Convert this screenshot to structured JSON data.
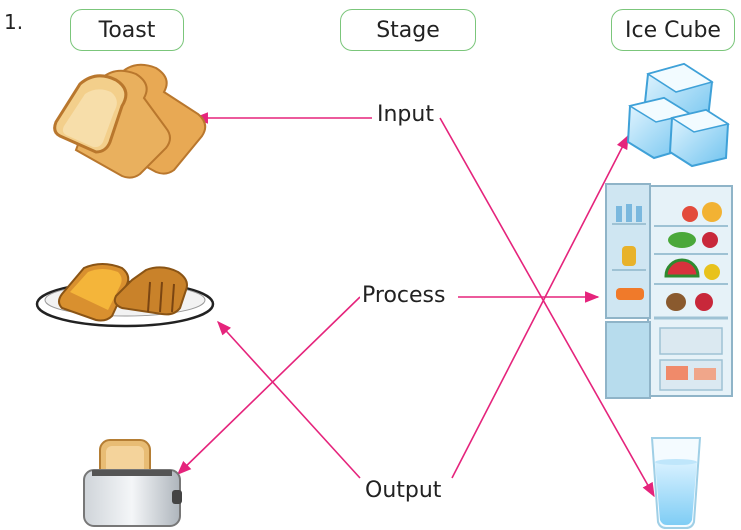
{
  "question_number": "1.",
  "headers": {
    "toast": "Toast",
    "stage": "Stage",
    "ice_cube": "Ice Cube"
  },
  "stages": {
    "input": "Input",
    "process": "Process",
    "output": "Output"
  },
  "colors": {
    "arrow": "#e5247c",
    "header_border": "#7bc67b"
  },
  "icons": {
    "toast_column": [
      "bread-slices-icon",
      "toast-on-plate-icon",
      "toaster-icon"
    ],
    "ice_column": [
      "ice-cubes-icon",
      "refrigerator-icon",
      "water-glass-icon"
    ]
  }
}
